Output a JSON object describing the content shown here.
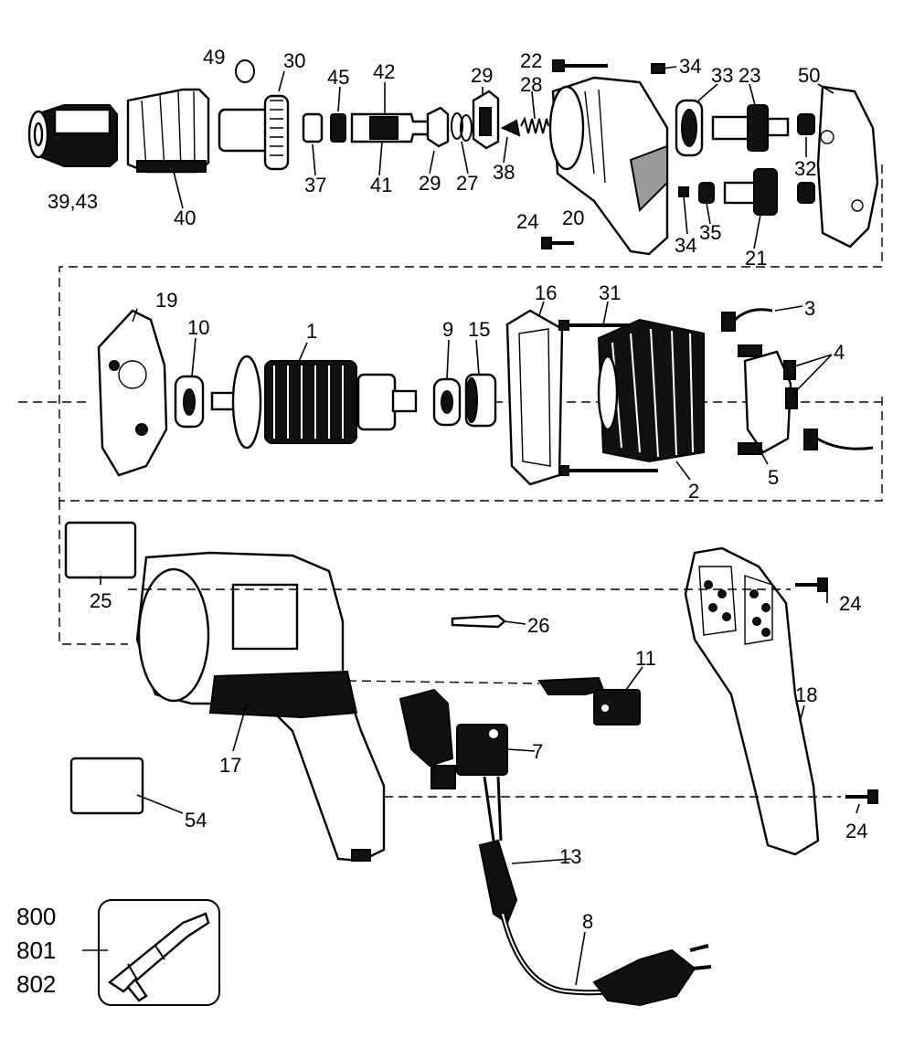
{
  "labels": {
    "l1": "1",
    "l2": "2",
    "l3": "3",
    "l4": "4",
    "l5": "5",
    "l7": "7",
    "l8": "8",
    "l9": "9",
    "l10": "10",
    "l11": "11",
    "l13": "13",
    "l15": "15",
    "l16": "16",
    "l17": "17",
    "l18": "18",
    "l19": "19",
    "l20": "20",
    "l21": "21",
    "l22": "22",
    "l23": "23",
    "l24a": "24",
    "l24b": "24",
    "l24c": "24",
    "l25": "25",
    "l26": "26",
    "l27": "27",
    "l28": "28",
    "l29a": "29",
    "l29b": "29",
    "l30": "30",
    "l31": "31",
    "l32": "32",
    "l33": "33",
    "l34a": "34",
    "l34b": "34",
    "l35": "35",
    "l37": "37",
    "l38": "38",
    "l3943": "39,43",
    "l40": "40",
    "l41": "41",
    "l42": "42",
    "l45": "45",
    "l49": "49",
    "l50": "50",
    "l54": "54",
    "l800": "800",
    "l801": "801",
    "l802": "802"
  }
}
